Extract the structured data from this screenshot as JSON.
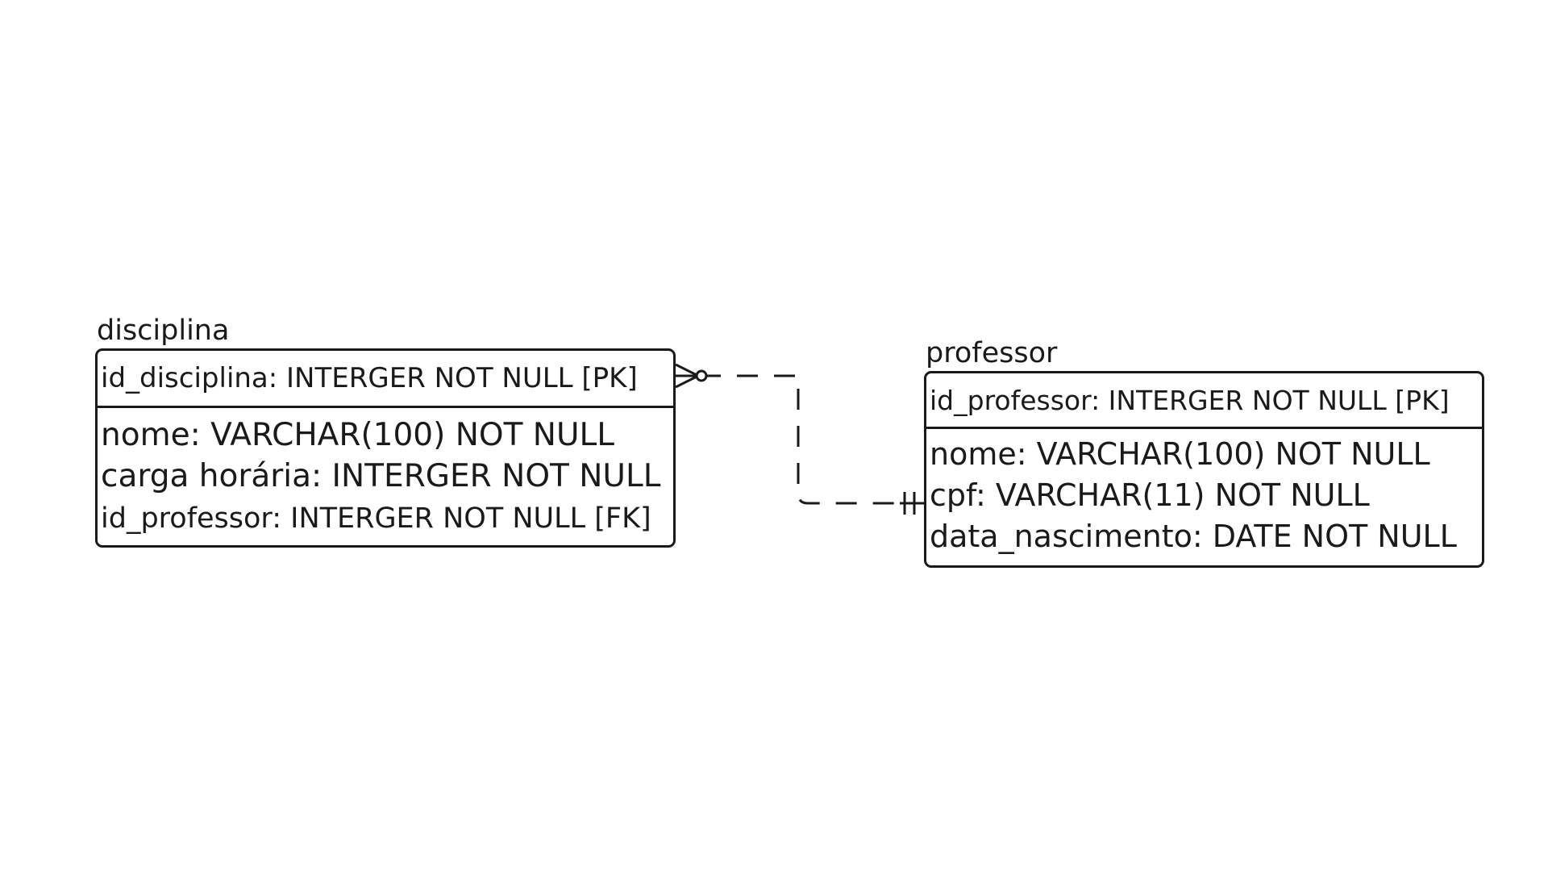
{
  "entities": {
    "disciplina": {
      "title": "disciplina",
      "primary_key": "id_disciplina: INTERGER NOT NULL [PK]",
      "attributes": [
        "nome: VARCHAR(100) NOT NULL",
        "carga horária: INTERGER NOT NULL",
        "id_professor: INTERGER NOT NULL [FK]"
      ]
    },
    "professor": {
      "title": "professor",
      "primary_key": "id_professor: INTERGER NOT NULL [PK]",
      "attributes": [
        "nome: VARCHAR(100) NOT NULL",
        "cpf: VARCHAR(11) NOT NULL",
        "data_nascimento: DATE NOT NULL"
      ]
    }
  },
  "relationship": {
    "from": "disciplina",
    "to": "professor",
    "from_cardinality": "zero-or-many",
    "to_cardinality": "exactly-one",
    "line_style": "dashed"
  }
}
